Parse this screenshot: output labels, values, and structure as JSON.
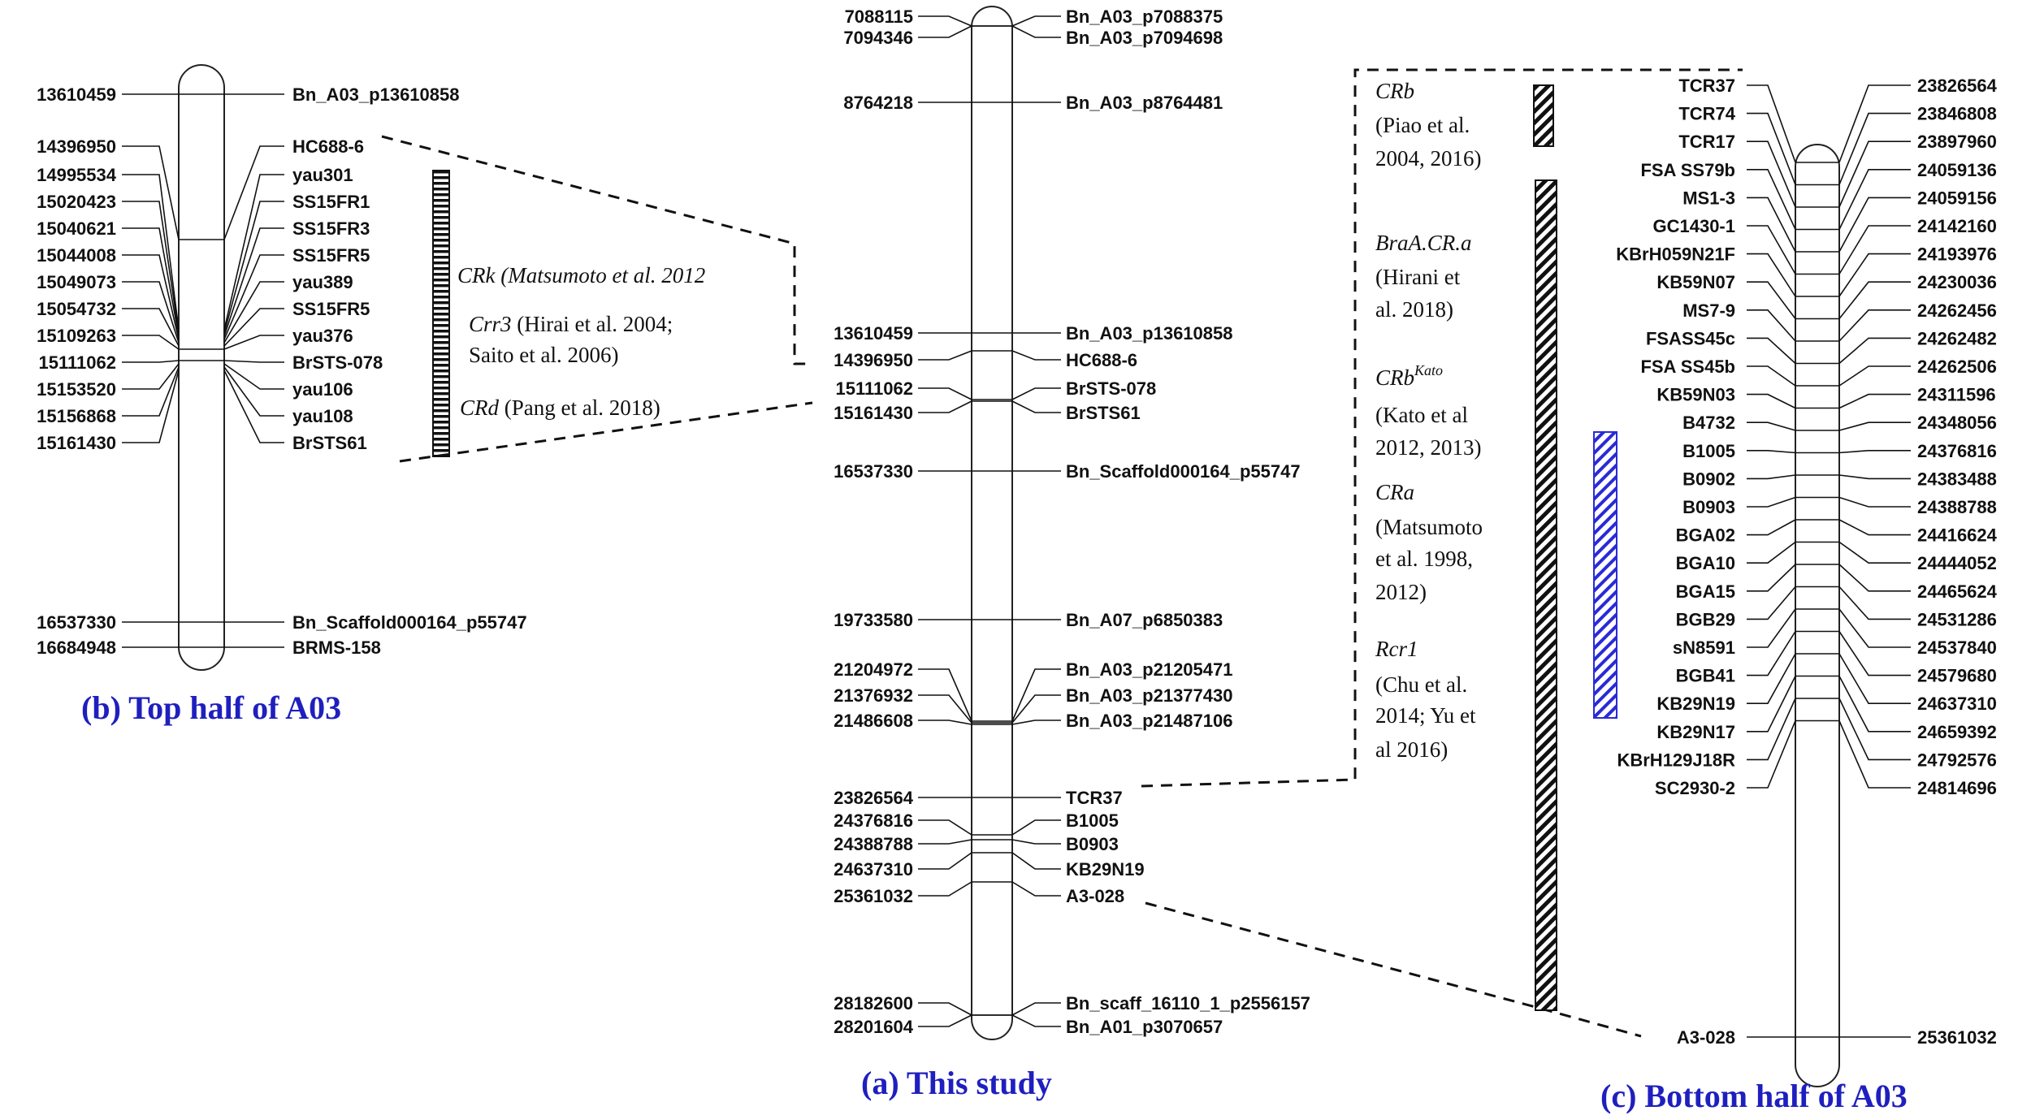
{
  "captions": {
    "top": "(b) Top half of A03",
    "study": "(a) This study",
    "bottom": "(c)  Bottom half of A03"
  },
  "top_half": {
    "markers": [
      {
        "pos": "13610459",
        "name": "Bn_A03_p13610858"
      },
      {
        "pos": "14396950",
        "name": "HC688-6"
      },
      {
        "pos": "14995534",
        "name": "yau301"
      },
      {
        "pos": "15020423",
        "name": "SS15FR1"
      },
      {
        "pos": "15040621",
        "name": "SS15FR3"
      },
      {
        "pos": "15044008",
        "name": "SS15FR5"
      },
      {
        "pos": "15049073",
        "name": "yau389"
      },
      {
        "pos": "15054732",
        "name": "SS15FR5"
      },
      {
        "pos": "15109263",
        "name": "yau376"
      },
      {
        "pos": "15111062",
        "name": "BrSTS-078"
      },
      {
        "pos": "15153520",
        "name": "yau106"
      },
      {
        "pos": "15156868",
        "name": "yau108"
      },
      {
        "pos": "15161430",
        "name": "BrSTS61"
      },
      {
        "pos": "16537330",
        "name": "Bn_Scaffold000164_p55747"
      },
      {
        "pos": "16684948",
        "name": "BRMS-158"
      }
    ],
    "genes": [
      {
        "name": "CRk",
        "ref": " (Matsumoto et al. 2012"
      },
      {
        "name": "Crr3",
        "ref": " (Hirai et al. 2004;"
      },
      {
        "name": "",
        "ref": "Saito et al. 2006)"
      },
      {
        "name": "CRd",
        "ref": " (Pang et al. 2018)"
      }
    ]
  },
  "study": {
    "markers": [
      {
        "pos": "7088115",
        "name": "Bn_A03_p7088375"
      },
      {
        "pos": "7094346",
        "name": "Bn_A03_p7094698"
      },
      {
        "pos": "8764218",
        "name": "Bn_A03_p8764481"
      },
      {
        "pos": "13610459",
        "name": "Bn_A03_p13610858"
      },
      {
        "pos": "14396950",
        "name": "HC688-6"
      },
      {
        "pos": "15111062",
        "name": "BrSTS-078"
      },
      {
        "pos": "15161430",
        "name": "BrSTS61"
      },
      {
        "pos": "16537330",
        "name": "Bn_Scaffold000164_p55747"
      },
      {
        "pos": "19733580",
        "name": "Bn_A07_p6850383"
      },
      {
        "pos": "21204972",
        "name": "Bn_A03_p21205471"
      },
      {
        "pos": "21376932",
        "name": "Bn_A03_p21377430"
      },
      {
        "pos": "21486608",
        "name": "Bn_A03_p21487106"
      },
      {
        "pos": "23826564",
        "name": "TCR37"
      },
      {
        "pos": "24376816",
        "name": "B1005"
      },
      {
        "pos": "24388788",
        "name": "B0903"
      },
      {
        "pos": "24637310",
        "name": "KB29N19"
      },
      {
        "pos": "25361032",
        "name": "A3-028"
      },
      {
        "pos": "28182600",
        "name": "Bn_scaff_16110_1_p2556157"
      },
      {
        "pos": "28201604",
        "name": "Bn_A01_p3070657"
      }
    ]
  },
  "references": {
    "crb_gene": "CRb",
    "crb_ref": [
      "(Piao et al.",
      "2004, 2016)"
    ],
    "bra_gene": "BraA.CR.a",
    "bra_ref": [
      "(Hirani et",
      "al. 2018)"
    ],
    "kato_gene": "CRb",
    "kato_sup": "Kato",
    "kato_ref": [
      "(Kato et al",
      "2012, 2013)"
    ],
    "cra_gene": "CRa",
    "cra_ref": [
      "(Matsumoto",
      "et al. 1998,",
      "2012)"
    ],
    "rcr_gene": "Rcr1",
    "rcr_ref": [
      "(Chu et al.",
      "2014; Yu et",
      "al 2016)"
    ]
  },
  "bottom_half": {
    "markers": [
      {
        "name": "TCR37",
        "pos": "23826564"
      },
      {
        "name": "TCR74",
        "pos": "23846808"
      },
      {
        "name": "TCR17",
        "pos": "23897960"
      },
      {
        "name": "FSA SS79b",
        "pos": "24059136"
      },
      {
        "name": "MS1-3",
        "pos": "24059156"
      },
      {
        "name": "GC1430-1",
        "pos": "24142160"
      },
      {
        "name": "KBrH059N21F",
        "pos": "24193976"
      },
      {
        "name": "KB59N07",
        "pos": "24230036"
      },
      {
        "name": "MS7-9",
        "pos": "24262456"
      },
      {
        "name": "FSASS45c",
        "pos": "24262482"
      },
      {
        "name": "FSA SS45b",
        "pos": "24262506"
      },
      {
        "name": "KB59N03",
        "pos": "24311596"
      },
      {
        "name": "B4732",
        "pos": "24348056"
      },
      {
        "name": "B1005",
        "pos": "24376816"
      },
      {
        "name": "B0902",
        "pos": "24383488"
      },
      {
        "name": "B0903",
        "pos": "24388788"
      },
      {
        "name": "BGA02",
        "pos": "24416624"
      },
      {
        "name": "BGA10",
        "pos": "24444052"
      },
      {
        "name": "BGA15",
        "pos": "24465624"
      },
      {
        "name": "BGB29",
        "pos": "24531286"
      },
      {
        "name": "sN8591",
        "pos": "24537840"
      },
      {
        "name": "BGB41",
        "pos": "24579680"
      },
      {
        "name": "KB29N19",
        "pos": "24637310"
      },
      {
        "name": "KB29N17",
        "pos": "24659392"
      },
      {
        "name": "KBrH129J18R",
        "pos": "24792576"
      },
      {
        "name": "SC2930-2",
        "pos": "24814696"
      }
    ],
    "end_marker": {
      "name": "A3-028",
      "pos": "25361032"
    }
  }
}
